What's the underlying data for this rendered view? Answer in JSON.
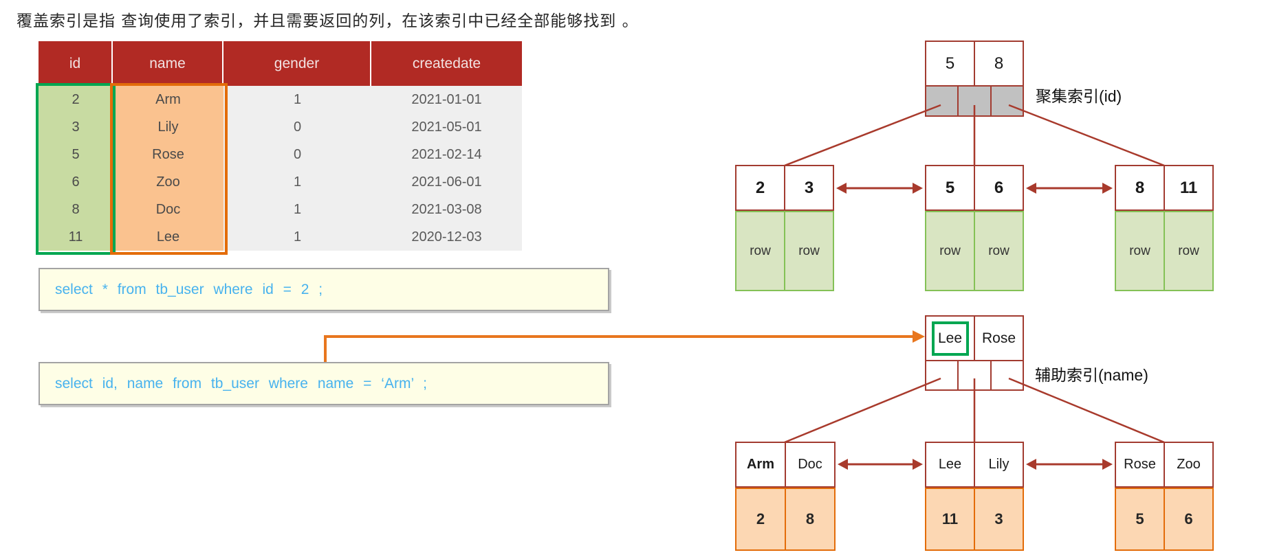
{
  "title": "覆盖索引是指  查询使用了索引，并且需要返回的列，在该索引中已经全部能够找到  。",
  "table": {
    "headers": {
      "id": "id",
      "name": "name",
      "gender": "gender",
      "createdate": "createdate"
    },
    "rows": [
      {
        "id": "2",
        "name": "Arm",
        "gender": "1",
        "createdate": "2021-01-01"
      },
      {
        "id": "3",
        "name": "Lily",
        "gender": "0",
        "createdate": "2021-05-01"
      },
      {
        "id": "5",
        "name": "Rose",
        "gender": "0",
        "createdate": "2021-02-14"
      },
      {
        "id": "6",
        "name": "Zoo",
        "gender": "1",
        "createdate": "2021-06-01"
      },
      {
        "id": "8",
        "name": "Doc",
        "gender": "1",
        "createdate": "2021-03-08"
      },
      {
        "id": "11",
        "name": "Lee",
        "gender": "1",
        "createdate": "2020-12-03"
      }
    ]
  },
  "sql": {
    "query1": "select * from tb_user where id = 2 ;",
    "query2": "select id, name from tb_user where name = ‘Arm’ ;"
  },
  "clustered_index": {
    "label": "聚集索引(id)",
    "root": {
      "k1": "5",
      "k2": "8"
    },
    "leaves": [
      {
        "k1": "2",
        "k2": "3",
        "v1": "row",
        "v2": "row"
      },
      {
        "k1": "5",
        "k2": "6",
        "v1": "row",
        "v2": "row"
      },
      {
        "k1": "8",
        "k2": "11",
        "v1": "row",
        "v2": "row"
      }
    ]
  },
  "secondary_index": {
    "label": "辅助索引(name)",
    "root": {
      "k1": "Lee",
      "k2": "Rose"
    },
    "leaves": [
      {
        "k1": "Arm",
        "k2": "Doc",
        "v1": "2",
        "v2": "8"
      },
      {
        "k1": "Lee",
        "k2": "Lily",
        "v1": "11",
        "v2": "3"
      },
      {
        "k1": "Rose",
        "k2": "Zoo",
        "v1": "5",
        "v2": "6"
      }
    ]
  },
  "colors": {
    "header_red": "#B12A24",
    "tree_red": "#A23B30",
    "line_red": "#A83A2C",
    "green": "#00A651",
    "id_fill": "#C8DBA2",
    "leaf_green_border": "#84C156",
    "leaf_green_fill": "#D9E5C2",
    "orange": "#E36C09",
    "name_fill": "#FAC28F",
    "leaf_orange_fill": "#FCD7B3",
    "gray_fill": "#C1C1C1",
    "table_bg": "#EFEFEF",
    "sql_bg": "#FEFEE6",
    "sql_border": "#A3A3A3",
    "sql_text": "#47B2EE",
    "arrow_orange": "#E8761E"
  }
}
